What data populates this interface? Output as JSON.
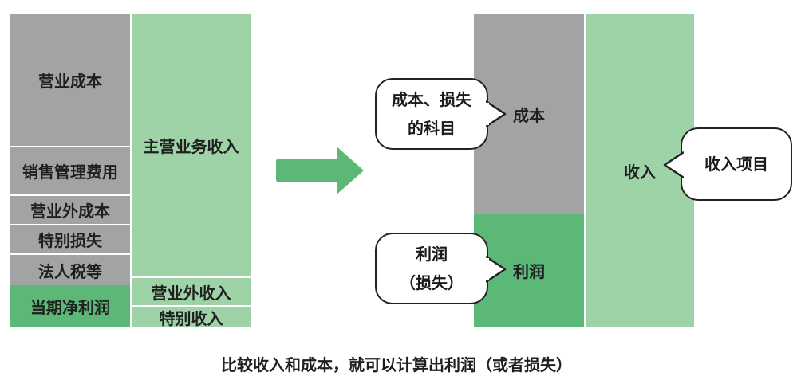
{
  "left_costs": [
    "营业成本",
    "销售管理费用",
    "营业外成本",
    "特别损失",
    "法人税等",
    "当期净利润"
  ],
  "left_incomes": [
    "主营业务收入",
    "营业外收入",
    "特别收入"
  ],
  "right_blocks": {
    "cost": "成本",
    "profit": "利润",
    "income": "收入"
  },
  "bubbles": {
    "cost": [
      "成本、损失",
      "的科目"
    ],
    "profit": [
      "利润",
      "（损失）"
    ],
    "income": "收入项目"
  },
  "caption": "比较收入和成本，就可以计算出利润（或者损失）",
  "colors": {
    "gray": "#a2a3a5",
    "light_green": "#9ed3a8",
    "dark_green": "#5cb877",
    "arrow": "#5cb877"
  }
}
